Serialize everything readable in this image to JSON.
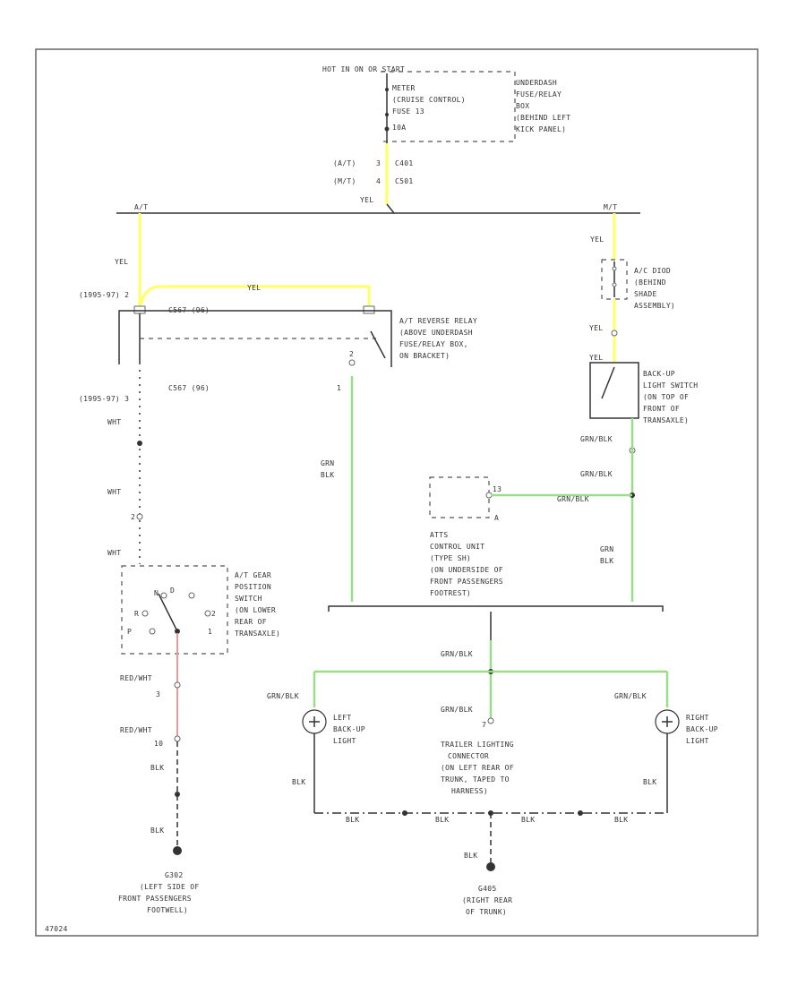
{
  "labels": {
    "hot_in": "HOT IN ON OR START",
    "meter_fuse_1": "METER",
    "meter_fuse_2": "(CRUISE CONTROL)",
    "meter_fuse_3": "FUSE 13",
    "meter_fuse_4": "10A",
    "uhfrb_1": "UNDERDASH",
    "uhfrb_2": "FUSE/RELAY",
    "uhfrb_3": "BOX",
    "uhfrb_4": "(BEHIND LEFT",
    "uhfrb_5": "KICK PANEL)",
    "at_c401": "(A/T)",
    "at_c401_pin": "3",
    "at_c401_conn": "C401",
    "mt_c501": "(M/T)",
    "mt_c501_pin": "4",
    "mt_c501_conn": "C501",
    "yel_top": "YEL",
    "bus_at": "A/T",
    "bus_mt": "M/T",
    "yel_left": "YEL",
    "yel_mid": "YEL",
    "c511_top": "(1995-97) 2",
    "c571_hdr": "C567 (96)",
    "reverse_relay_1": "A/T REVERSE RELAY",
    "reverse_relay_2": "(ABOVE UNDERDASH",
    "reverse_relay_3": "FUSE/RELAY BOX,",
    "reverse_relay_4": "ON BRACKET)",
    "relay_pin_2": "2",
    "relay_pin_1": "1",
    "c511_bot": "(1995-97) 3",
    "c571_bot": "C567 (96)",
    "wht_1": "WHT",
    "wht_2": "WHT",
    "wht_3": "WHT",
    "wht_pin": "2",
    "grn_blk_1": "GRN",
    "grn_blk_2": "BLK",
    "yel_r1": "YEL",
    "diode_1": "A/C DIOD",
    "diode_2": "(BEHIND",
    "diode_3": "SHADE",
    "diode_4": "ASSEMBLY)",
    "yel_r2": "YEL",
    "yel_r3": "YEL",
    "backup_sw_1": "BACK-UP",
    "backup_sw_2": "LIGHT SWITCH",
    "backup_sw_3": "(ON TOP OF",
    "backup_sw_4": "FRONT OF",
    "backup_sw_5": "TRANSAXLE)",
    "grnblk_r1": "GRN/BLK",
    "grnblk_r2": "GRN/BLK",
    "grnblk_r3": "GRN/BLK",
    "atts_pin_13": "13",
    "atts_pin_a": "A",
    "atts_1": "ATTS",
    "atts_2": "CONTROL UNIT",
    "atts_3": "(TYPE SH)",
    "atts_4": "(ON UNDERSIDE OF",
    "atts_5": "FRONT PASSENGERS",
    "atts_6": "FOOTREST)",
    "grn_blk_r4": "GRN",
    "grn_blk_r5": "BLK",
    "gear_sw_1": "A/T GEAR",
    "gear_sw_2": "POSITION",
    "gear_sw_3": "SWITCH",
    "gear_sw_4": "(ON LOWER",
    "gear_sw_5": "REAR OF",
    "gear_sw_6": "TRANSAXLE)",
    "gear_n": "N",
    "gear_r": "R",
    "gear_d": "D",
    "gear_2": "2",
    "gear_1": "1",
    "gear_p": "P",
    "redwht_1": "RED/WHT",
    "redwht_pin_1": "3",
    "redwht_2": "RED/WHT",
    "redwht_pin_2": "10",
    "blk_l1": "BLK",
    "blk_l2": "BLK",
    "g_left_1": "G302",
    "g_left_2": "(LEFT SIDE OF",
    "g_left_3": "FRONT PASSENGERS",
    "g_left_4": "FOOTWELL)",
    "grnblk_c": "GRN/BLK",
    "grnblk_ll": "GRN/BLK",
    "grnblk_cc": "GRN/BLK",
    "grnblk_rr": "GRN/BLK",
    "left_light_1": "LEFT",
    "left_light_2": "BACK-UP",
    "left_light_3": "LIGHT",
    "right_light_1": "RIGHT",
    "right_light_2": "BACK-UP",
    "right_light_3": "LIGHT",
    "trailer_pin": "7",
    "trailer_1": "TRAILER LIGHTING",
    "trailer_2": "CONNECTOR",
    "trailer_3": "(ON LEFT REAR OF",
    "trailer_4": "TRUNK, TAPED TO",
    "trailer_5": "HARNESS)",
    "blk_b1": "BLK",
    "blk_b2": "BLK",
    "blk_b3": "BLK",
    "blk_b4": "BLK",
    "blk_bl": "BLK",
    "blk_br": "BLK",
    "blk_g": "BLK",
    "g_right_1": "G405",
    "g_right_2": "(RIGHT REAR",
    "g_right_3": "OF TRUNK)",
    "fig_id": "47024"
  },
  "colors": {
    "wire_yellow": "#ffff66",
    "wire_green": "#99dd88",
    "wire_red": "#ee9999",
    "wire_black": "#333333"
  }
}
